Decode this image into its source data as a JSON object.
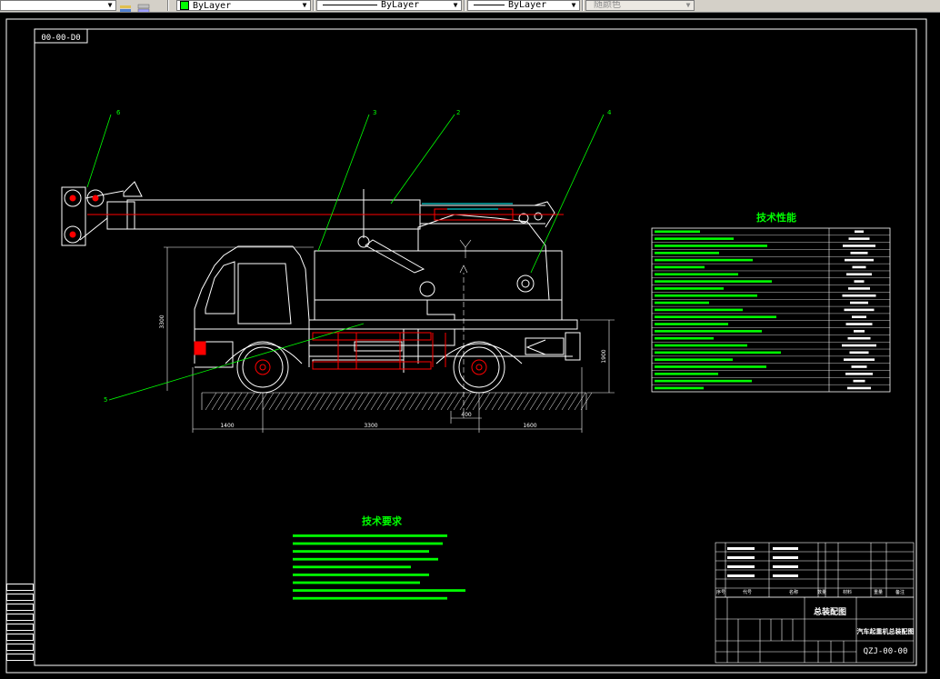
{
  "toolbar": {
    "color_label": "ByLayer",
    "linetype_label": "ByLayer",
    "lineweight_label": "ByLayer",
    "plotstyle_label": "随颜色",
    "color_swatch": "#00ff00"
  },
  "drawing": {
    "number_box": "00-00-D0",
    "leader_labels": [
      "6",
      "3",
      "2",
      "4",
      "5"
    ],
    "dimensions": {
      "left_height": "3300",
      "right_height": "1900",
      "bottom_left": "1400",
      "bottom_mid": "3300",
      "bottom_right": "1600",
      "rear_offset": "400"
    }
  },
  "tech_performance": {
    "title": "技术性能"
  },
  "tech_requirements": {
    "title": "技术要求"
  },
  "title_block": {
    "assembly_title": "总装配图",
    "product_name": "汽车起重机总装配图",
    "drawing_code": "QZJ-00-00",
    "headers": [
      "序号",
      "代号",
      "名称",
      "数量",
      "材料",
      "重量",
      "备注"
    ]
  },
  "colors": {
    "line_white": "#ffffff",
    "line_green": "#00ff00",
    "line_red": "#ff0000",
    "line_cyan": "#00ffff",
    "line_yellow": "#ffff00"
  }
}
